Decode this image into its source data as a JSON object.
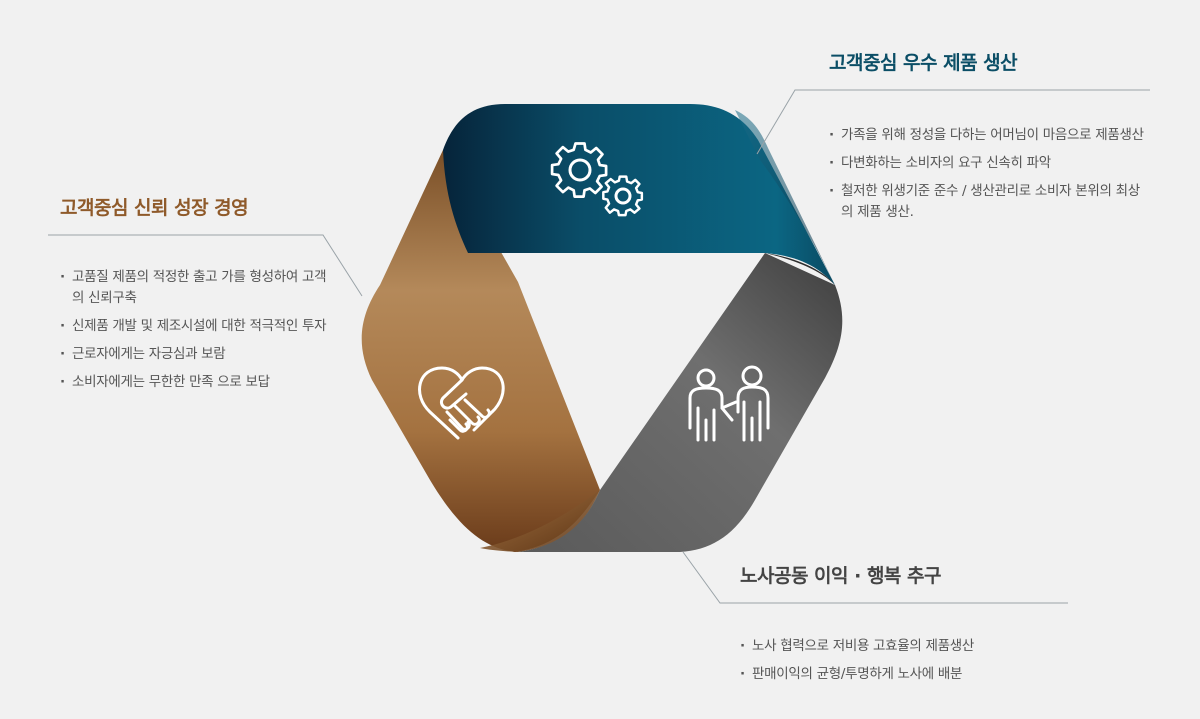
{
  "colors": {
    "teal": "#0b5a75",
    "bronze": "#a57441",
    "gray": "#6e6e6e",
    "title_right": "#0b4e66",
    "title_left": "#8f5a2a"
  },
  "icons": {
    "top": "gears-icon",
    "left": "handshake-heart-icon",
    "bottom": "people-icon"
  },
  "sections": {
    "right": {
      "title": "고객중심 우수 제품 생산",
      "items": [
        "가족을 위해 정성을 다하는 어머님이 마음으로 제품생산",
        "다변화하는 소비자의 요구 신속히 파악",
        "철저한 위생기준 준수 / 생산관리로 소비자 본위의 최상의 제품 생산."
      ]
    },
    "left": {
      "title": "고객중심 신뢰 성장 경영",
      "items": [
        "고품질 제품의 적정한 출고 가를 형성하여 고객의 신뢰구축",
        "신제품 개발 및 제조시설에 대한 적극적인 투자",
        "근로자에게는 자긍심과 보람",
        "소비자에게는 무한한 만족 으로 보답"
      ]
    },
    "bottom": {
      "title": "노사공동 이익 · 행복 추구",
      "items": [
        "노사 협력으로 저비용 고효율의 제품생산",
        "판매이익의 균형/투명하게 노사에 배분"
      ]
    }
  }
}
